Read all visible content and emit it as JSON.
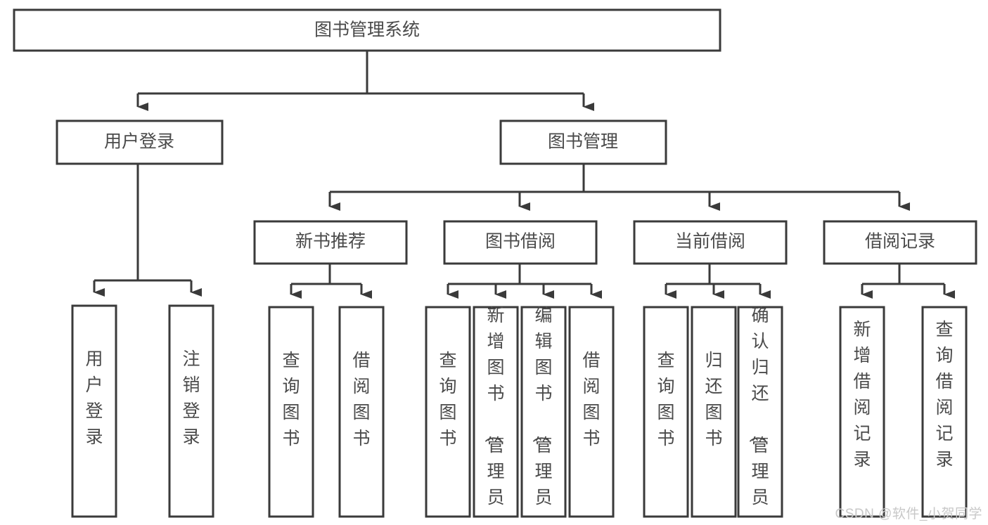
{
  "diagram": {
    "type": "tree",
    "title": "图书管理系统",
    "watermark": "CSDN @软件_小贺同学",
    "colors": {
      "box_stroke": "#3a3a3a",
      "box_fill": "#ffffff",
      "text": "#4a4a4a",
      "connector": "#3a3a3a",
      "background": "#ffffff",
      "watermark": "#c8c8c8"
    },
    "root": {
      "label": "图书管理系统"
    },
    "level2": [
      {
        "label": "用户登录"
      },
      {
        "label": "图书管理"
      }
    ],
    "level3": [
      {
        "label": "新书推荐"
      },
      {
        "label": "图书借阅"
      },
      {
        "label": "当前借阅"
      },
      {
        "label": "借阅记录"
      }
    ],
    "leaves_user_login": [
      {
        "label": "用户登录"
      },
      {
        "label": "注销登录"
      }
    ],
    "leaves_new_books": [
      {
        "label": "查询图书"
      },
      {
        "label": "借阅图书"
      }
    ],
    "leaves_borrow": [
      {
        "label": "查询图书"
      },
      {
        "label": "新增图书（管理员）"
      },
      {
        "label": "编辑图书（管理员）"
      },
      {
        "label": "借阅图书"
      }
    ],
    "leaves_current": [
      {
        "label": "查询图书"
      },
      {
        "label": "归还图书"
      },
      {
        "label": "确认归还（管理员）"
      }
    ],
    "leaves_records": [
      {
        "label": "新增借阅记录"
      },
      {
        "label": "查询借阅记录"
      }
    ]
  }
}
